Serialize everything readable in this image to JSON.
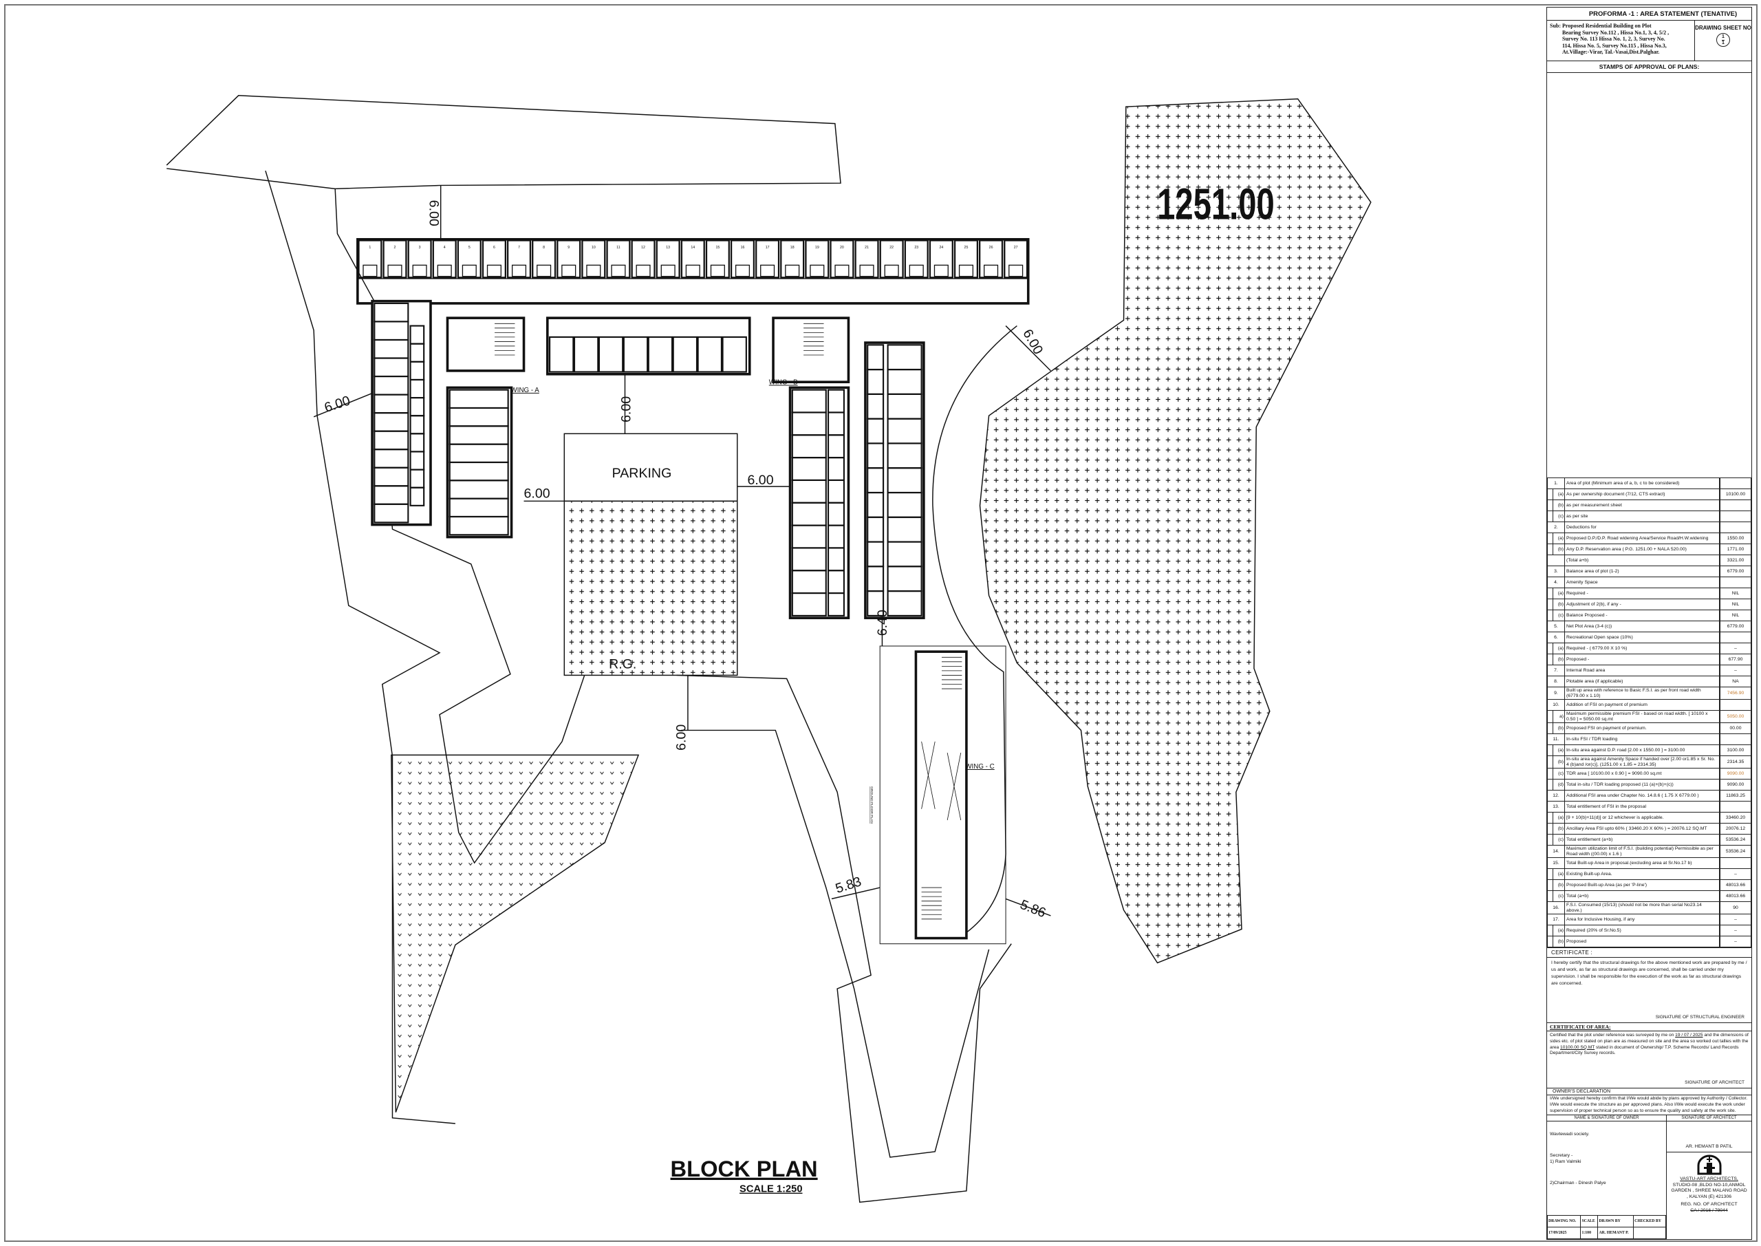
{
  "drawing": {
    "title": "BLOCK PLAN",
    "scale": "SCALE 1:250",
    "reservation_area": "1251.00",
    "parking": "PARKING",
    "rg": "R.G.",
    "wing_a": "WING - A",
    "wing_b": "WING - B",
    "wing_c": "WING - C",
    "ground_floor_label": "GROUND FLOOR PLAN",
    "dimensions": {
      "top_road": "6.00",
      "left_road": "6.00",
      "parking_north": "6.00",
      "parking_west": "6.00",
      "parking_east": "6.00",
      "rg_south": "6.00",
      "right_road": "6.00",
      "wing_c_north": "6.40",
      "wing_c_west": "5.83",
      "wing_c_east": "5.86"
    },
    "unit_numbers": [
      "1",
      "2",
      "3",
      "4",
      "5",
      "6",
      "7",
      "8",
      "9",
      "10",
      "11",
      "12",
      "13",
      "14",
      "15",
      "16",
      "17",
      "18",
      "19",
      "20",
      "21",
      "22",
      "23",
      "24",
      "25",
      "26",
      "27"
    ]
  },
  "title_block": {
    "proforma": "PROFORMA -1 : AREA STATEMENT (TENATIVE)",
    "subject_lines": [
      "Sub: Proposed Residential Building on Plot",
      "Bearing Survey No.112 , Hissa No.1, 3, 4, 5/2 ,",
      "Survey No. 113 Hissa No. 1, 2, 3, Survey No.",
      "114, Hissa No. 5, Survey No.115 , Hissa No.3,",
      "At.Village:-Virar, Tal.-Vasai,Dist.Palghar."
    ],
    "drawing_sheet_label": "DRAWING SHEET NO",
    "sheet_number": "1",
    "sheet_total": "1",
    "stamps_label": "STAMPS OF APPROVAL OF PLANS:"
  },
  "area_statement": {
    "rows": [
      {
        "no": "1.",
        "desc": "Area of plot (Minimum area of a, b, c to be considered)",
        "value": ""
      },
      {
        "no": "(a)",
        "desc": "As per ownership document (7/12, CTS extract)",
        "value": "10100.00"
      },
      {
        "no": "(b)",
        "desc": "as per measurement sheet",
        "value": ""
      },
      {
        "no": "(c)",
        "desc": "as per site",
        "value": ""
      },
      {
        "no": "2.",
        "desc": "Deductions for",
        "value": ""
      },
      {
        "no": "(a)",
        "desc": "Proposed D.P./D.P. Road widening Area/Service Road/H.W.widening",
        "value": "1550.00"
      },
      {
        "no": "(b)",
        "desc": "Any D.P. Reservation area  ( P.G. 1251.00 +  NALA 520.00)",
        "value": "1771.00"
      },
      {
        "no": "",
        "desc": "(Total a+b)",
        "value": "3321.00"
      },
      {
        "no": "3.",
        "desc": "Balance area of plot (1-2)",
        "value": "6779.00"
      },
      {
        "no": "4.",
        "desc": "Amenity Space",
        "value": ""
      },
      {
        "no": "(a)",
        "desc": "Required -",
        "value": "NIL"
      },
      {
        "no": "(b)",
        "desc": "Adjustment of 2(b), if any -",
        "value": "NIL"
      },
      {
        "no": "(c)",
        "desc": "Balance Proposed -",
        "value": "NIL"
      },
      {
        "no": "5.",
        "desc": "Net Plot Area (3-4 (c))",
        "value": "6779.00"
      },
      {
        "no": "6.",
        "desc": "Recreational Open space (10%)",
        "value": ""
      },
      {
        "no": "(a)",
        "desc": "Required - ( 6779.00 X 10 %)",
        "value": "–"
      },
      {
        "no": "(b)",
        "desc": "Proposed -",
        "value": "677.90"
      },
      {
        "no": "7.",
        "desc": "Internal Road area",
        "value": "–"
      },
      {
        "no": "8.",
        "desc": "Plotable area (if applicable)",
        "value": "NA"
      },
      {
        "no": "9.",
        "desc": "Built up area with reference to Basic F.S.I. as per front road width (6779.00 x 1.10)",
        "value": "7456.90",
        "highlight": true
      },
      {
        "no": "10.",
        "desc": "Addition of FSI on payment of premium",
        "value": ""
      },
      {
        "no": "a)",
        "desc": "Maximum permissible premium FSI - based on road width. [ 10100 x 0.50 ] = 5050.00 sq.mt",
        "value": "5050.00",
        "highlight": true
      },
      {
        "no": "(b)",
        "desc": "Proposed FSI on payment of premium.",
        "value": "00.00"
      },
      {
        "no": "11.",
        "desc": "In-situ FSI / TDR loading",
        "value": ""
      },
      {
        "no": "(a)",
        "desc": "In-situ area against D.P. road  [2.00 x 1550.00 ] = 3100.00",
        "value": "3100.00"
      },
      {
        "no": "(b)",
        "desc": "In-situ area against Amenity Space if handed over [2.00 or1.85 x Sr. No. 4 (b)and /or(c)], (1251.00 x 1.85 = 2314.35)",
        "value": "2314.35"
      },
      {
        "no": "(c)",
        "desc": "TDR area       [ 10100.00 x 0.90 ] = 9090.00 sq.mt",
        "value": "9090.00",
        "highlight": true
      },
      {
        "no": "(d)",
        "desc": "Total in-situ / TDR loading proposed (11 (a)+(b)+(c))",
        "value": "9090.00"
      },
      {
        "no": "12.",
        "desc": "Additional FSI area under Chapter No. 14.8.6 ( 1.75 X 6779.00 )",
        "value": "11863.25"
      },
      {
        "no": "13.",
        "desc": "Total entitlement of FSI in the proposal",
        "value": ""
      },
      {
        "no": "(a)",
        "desc": "[9 + 10(b)+11(d)] or 12 whichever is applicable.",
        "value": "33460.20"
      },
      {
        "no": "(b)",
        "desc": "Ancillary Area FSI upto 60% ( 33460.20 X 60% ) = 20076.12 SQ.MT",
        "value": "20076.12"
      },
      {
        "no": "(c)",
        "desc": "Total entitlement (a+b)",
        "value": "53536.24"
      },
      {
        "no": "14.",
        "desc": "Maximum utilization limit of F.S.I. (building potential) Permissible as per Road width ((00.00) x 1.6 )",
        "value": "53536.24"
      },
      {
        "no": "15.",
        "desc": "Total Built-up Area in proposal.(excluding area at Sr.No.17 b)",
        "value": ""
      },
      {
        "no": "(a)",
        "desc": "Existing Built-up Area.",
        "value": "–"
      },
      {
        "no": "(b)",
        "desc": "Proposed Built-up Area (as per 'P-line')",
        "value": "48013.66"
      },
      {
        "no": "(c)",
        "desc": "Total (a+b)",
        "value": "48013.66"
      },
      {
        "no": "16.",
        "desc": "F.S.I. Consumed (15/13) (should not be more than serial No23.14 above.)",
        "value": "90"
      },
      {
        "no": "17.",
        "desc": "Area for Inclusive Housing, if any",
        "value": "–"
      },
      {
        "no": "(a)",
        "desc": "Required (20% of Sr.No.5)",
        "value": "–"
      },
      {
        "no": "(b)",
        "desc": "Proposed",
        "value": "–"
      }
    ]
  },
  "certificate": {
    "heading": "CERTIFICATE :",
    "text": "I hereby certify that the structural drawings for the above mentioned work are prepared by me / us and work, as far as structural drawings are concerned, shall be carried under my supervision. I shall be responsible for the execution of the work as far as structural drawings are concerned.",
    "signature": "SIGNATURE  OF  STRUCTURAL ENGINEER"
  },
  "certificate_of_area": {
    "heading": "CERTIFICATE OF AREA:",
    "text_1": "Certified that the plot under reference was surveyed by me on ",
    "survey_date": "19 / 07 / 2025",
    "text_2": " and the dimensions of sides etc. of plot stated on plan are as measured on site and the area so worked out tallies with the area ",
    "area": "10100.00 SQ.MT",
    "text_3": " stated in document of Ownership/ T.P. Scheme Records/ Land Records Department/City Survey records.",
    "signature": "SIGNATURE OF ARCHITECT"
  },
  "owners_declaration": {
    "heading": "OWNER'S DECLARATION",
    "text": "I/We undersigned hereby confirm that I/We would abide by plans approved by Authority / Collector. I/We would execute the structure as per approved plans. Also I/We would execute the work under supervision of proper technical person so as to ensure the quality and safety at the work site.",
    "owner_sig_label": "NAME  &  SIGNATURE OF OWNER",
    "architect_sig_label": "SIGNATURE OF ARCHITECT"
  },
  "owner": {
    "society": "Wavtewadi society.",
    "secretary_label": "Secretary -",
    "secretary": "1) Ram Valmiki",
    "chairman": "2)Chairman - Dinesh Palye"
  },
  "architect": {
    "name": "AR. HEMANT B PATIL",
    "firm": "VASTU-ART ARCHITECTS,",
    "address_1": "STUDIO-08 ,BLDG NO-10,ANMOL",
    "address_2": "GARDEN , SHREE MALANG ROAD",
    "address_3": ", KALYAN (E)  421306",
    "reg_label": "REG. NO. OF ARCHITECT",
    "reg_no": "CA / 2016 / 79044"
  },
  "drawing_info": {
    "headers": [
      "DRAWING NO.",
      "SCALE",
      "DRAWN BY",
      "CHECKED BY"
    ],
    "values": [
      "17/09/2025",
      "1:100",
      "AR. HEMANT P.",
      ""
    ]
  },
  "colors": {
    "line": "#111111",
    "highlight": "#c47a2c",
    "frame": "#777777"
  }
}
